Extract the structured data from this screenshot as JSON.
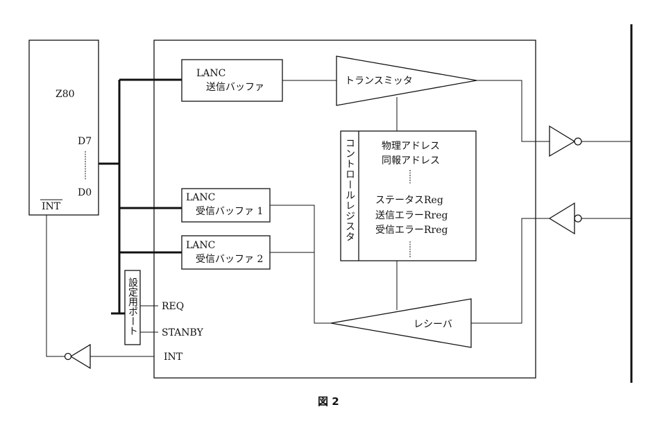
{
  "cpu": {
    "name": "Z80",
    "d7": "D7",
    "d0": "D0",
    "int": "INT"
  },
  "tx_buffer": {
    "line1": "LANC",
    "line2": "送信バッファ"
  },
  "rx_buffer1": {
    "line1": "LANC",
    "line2": "受信バッファ 1"
  },
  "rx_buffer2": {
    "line1": "LANC",
    "line2": "受信バッファ 2"
  },
  "transmitter": {
    "label": "トランスミッタ"
  },
  "receiver": {
    "label": "レシーバ"
  },
  "control_register": {
    "title": "コントロールレジスタ",
    "items": [
      "物理アドレス",
      "同報アドレス",
      "ステータスReg",
      "送信エラーRreg",
      "受信エラーRreg"
    ]
  },
  "settings_port": {
    "title": "設定用ポート",
    "signals": [
      "REQ",
      "STANBY",
      "INT"
    ]
  },
  "caption": "図 2",
  "colors": {
    "line": "#111111",
    "background": "#ffffff"
  }
}
